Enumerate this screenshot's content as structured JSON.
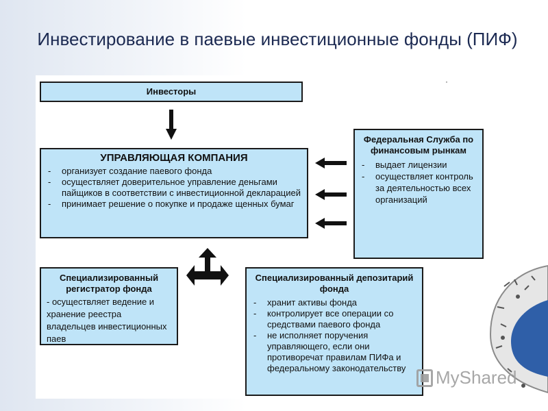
{
  "title": "Инвестирование в паевые инвестиционные фонды (ПИФ)",
  "investors": {
    "title": "Инвесторы"
  },
  "management_company": {
    "title": "УПРАВЛЯЮЩАЯ КОМПАНИЯ",
    "items": [
      "организует создание паевого фонда",
      "осуществляет доверительное управление деньгами пайщиков в соответствии с инвестиционной декларацией",
      "принимает решение о покупке и продаже щенных бумаг"
    ]
  },
  "fsfr": {
    "title": "Федеральная Служба по финансовым рынкам",
    "items": [
      "выдает лицензии",
      "осуществляет контроль за деятельностью всех организаций"
    ]
  },
  "registrar": {
    "title": "Специализированный регистратор фонда",
    "text": "- осуществляет ведение и хранение реестра владельцев инвестиционных паев"
  },
  "depository": {
    "title": "Специализированный депозитарий фонда",
    "items": [
      "хранит активы фонда",
      "контролирует все операции со средствами паевого фонда",
      "не исполняет поручения управляющего, если они противоречат правилам ПИФа и федеральному законодательству"
    ]
  },
  "watermark": {
    "text": "MyShared"
  },
  "colors": {
    "box_fill": "#bfe4f8",
    "border": "#1a1a1a",
    "title_text": "#1c2a52"
  },
  "icons": [
    "arrow-down-icon",
    "arrow-left-icon",
    "three-way-arrow-icon",
    "decorative-globe-icon",
    "myshared-logo-icon"
  ]
}
